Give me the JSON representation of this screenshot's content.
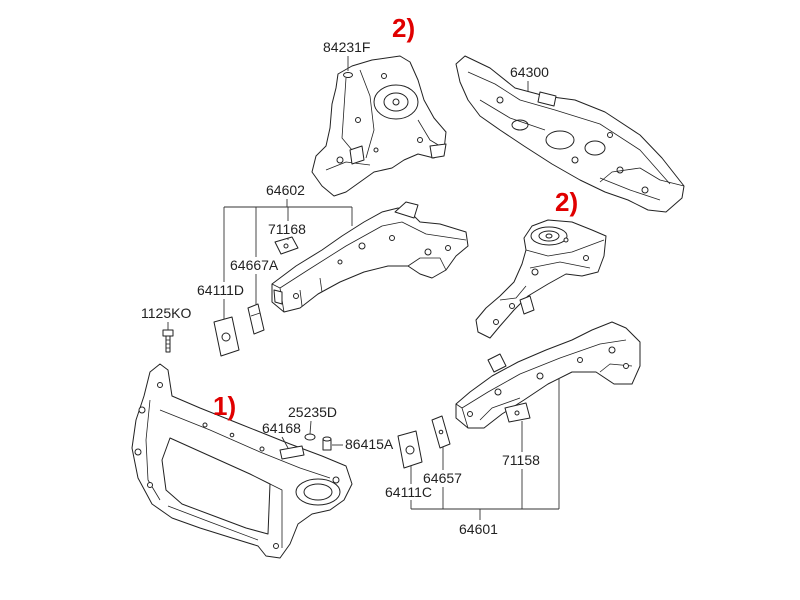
{
  "annotations": {
    "marker_top": "2)",
    "marker_right": "2)",
    "marker_bottom": "1)"
  },
  "part_numbers": {
    "p84231F": "84231F",
    "p64300": "64300",
    "p64602": "64602",
    "p71168": "71168",
    "p64667A": "64667A",
    "p64111D": "64111D",
    "p1125KO": "1125KO",
    "p25235D": "25235D",
    "p64168": "64168",
    "p86415A": "86415A",
    "p64657": "64657",
    "p71158": "71158",
    "p64111C": "64111C",
    "p64601": "64601"
  },
  "colors": {
    "line_art": "#222222",
    "annotation": "#e00000",
    "background": "#ffffff"
  }
}
